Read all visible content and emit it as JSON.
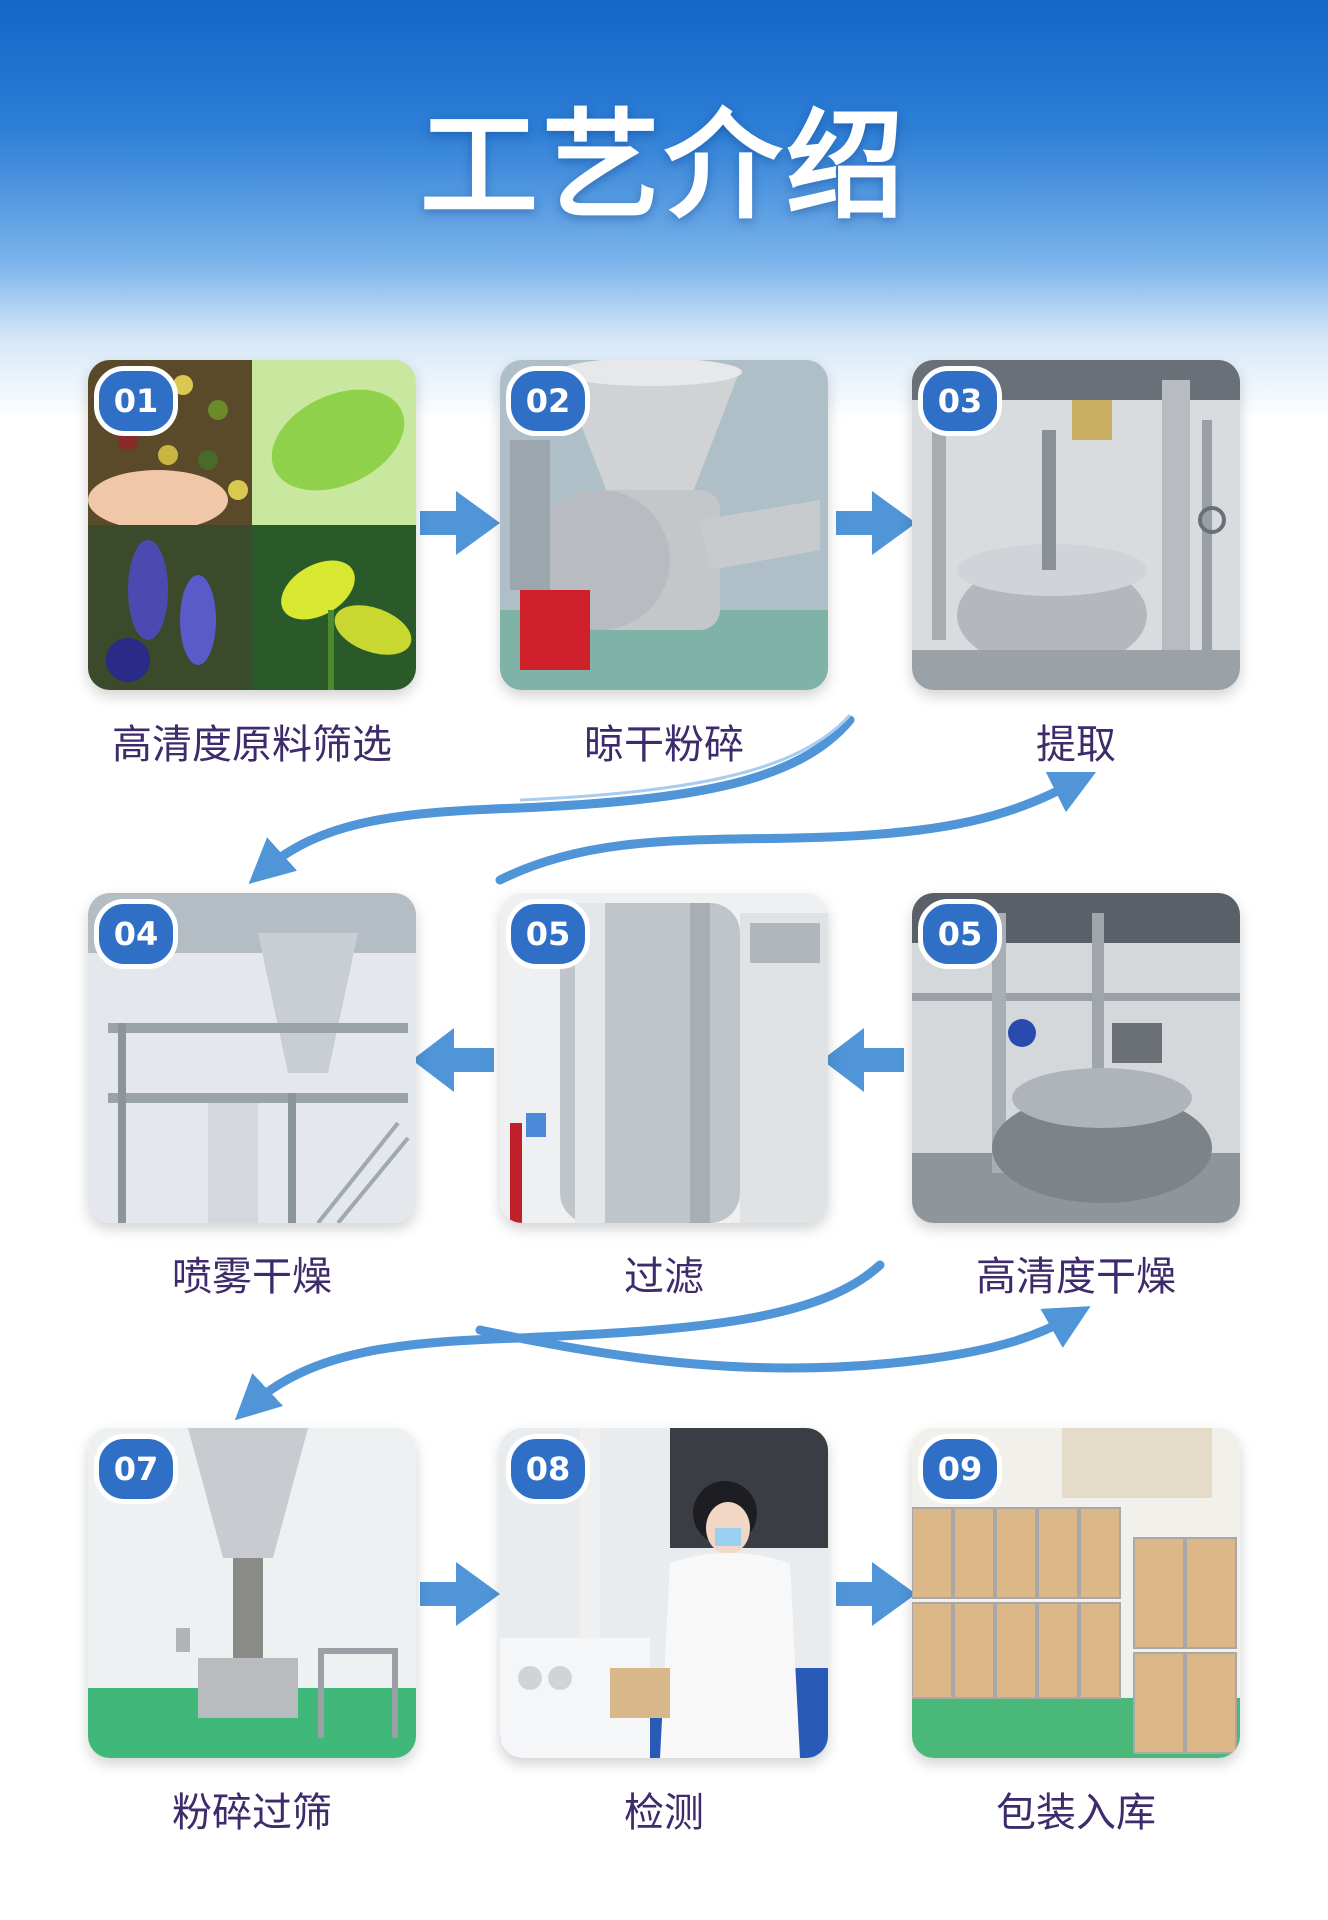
{
  "title": "工艺介绍",
  "steps": [
    {
      "number": "01",
      "label": "高清度原料筛选"
    },
    {
      "number": "02",
      "label": "晾干粉碎"
    },
    {
      "number": "03",
      "label": "提取"
    },
    {
      "number": "04",
      "label": "喷雾干燥"
    },
    {
      "number": "05",
      "label": "过滤"
    },
    {
      "number": "05",
      "label": "高清度干燥"
    },
    {
      "number": "07",
      "label": "粉碎过筛"
    },
    {
      "number": "08",
      "label": "检测"
    },
    {
      "number": "09",
      "label": "包装入库"
    }
  ],
  "colors": {
    "accent": "#2f6fc6",
    "arrow": "#4f95d8",
    "label_text": "#3d2b6b",
    "header_blue": "#1565c8"
  }
}
